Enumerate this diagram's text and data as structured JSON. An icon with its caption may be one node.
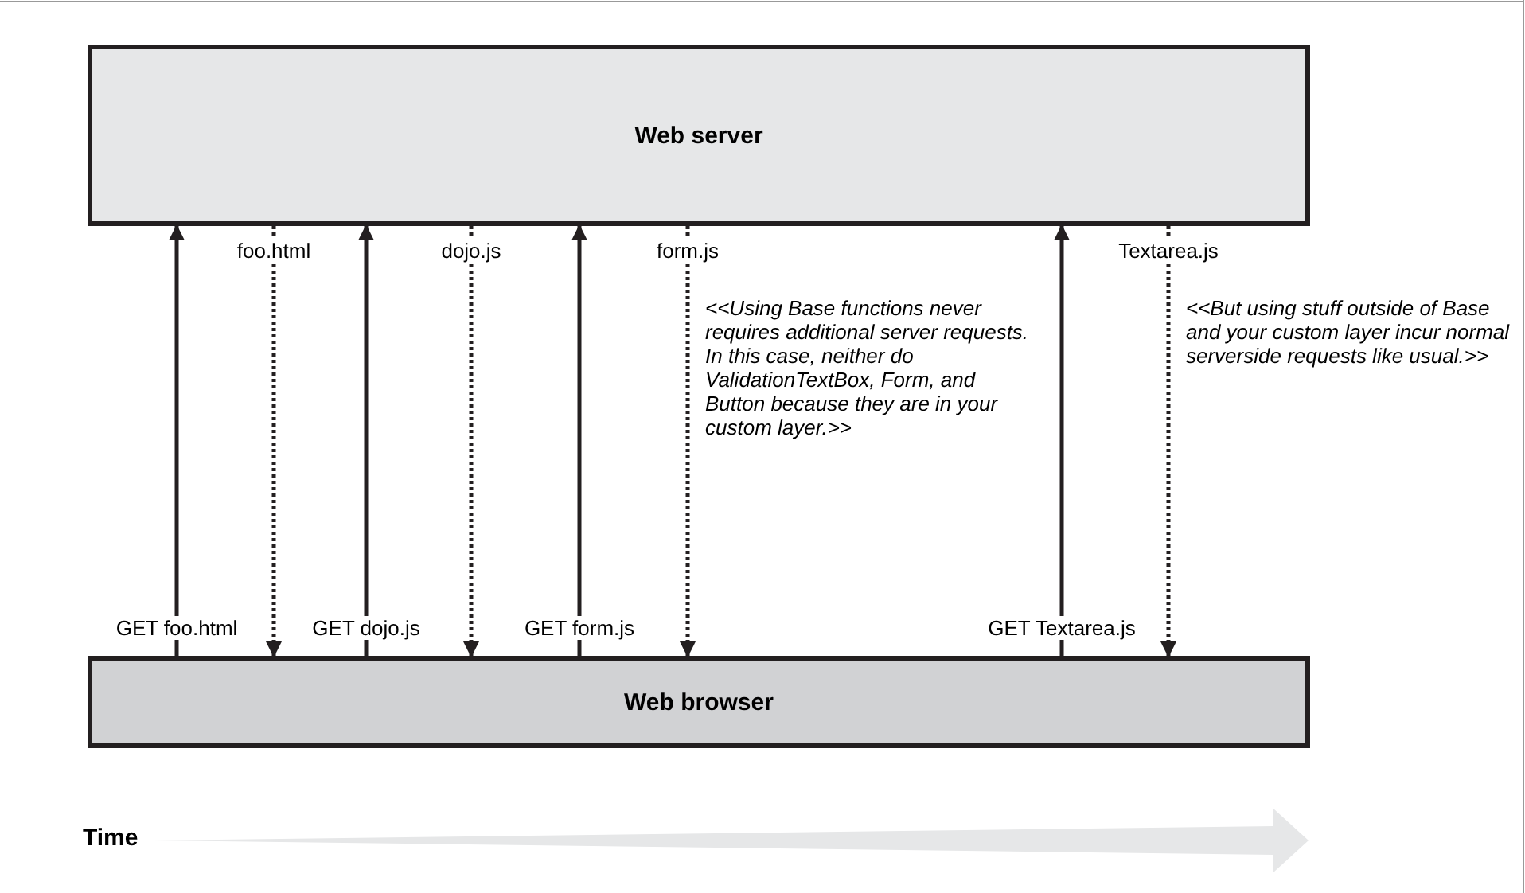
{
  "diagram": {
    "nodes": [
      {
        "text": [
          "Web server"
        ]
      },
      {
        "text": [
          "Web browser"
        ]
      }
    ],
    "edges": [
      {
        "from": 1,
        "to": 0,
        "arrow": "to",
        "label": "GET foo.html"
      },
      {
        "from": 0,
        "to": 1,
        "arrow": "to",
        "label": "foo.html",
        "style": "dashed"
      },
      {
        "from": 1,
        "to": 0,
        "arrow": "to",
        "label": "GET dojo.js"
      },
      {
        "from": 0,
        "to": 1,
        "arrow": "to",
        "label": "dojo.js",
        "style": "dashed"
      },
      {
        "from": 1,
        "to": 0,
        "arrow": "to",
        "label": "GET form.js"
      },
      {
        "from": 0,
        "to": 1,
        "arrow": "to",
        "label": "form.js",
        "style": "dashed"
      },
      {
        "from": 1,
        "to": 0,
        "arrow": "to",
        "label": "GET Textarea.js"
      },
      {
        "from": 0,
        "to": 1,
        "arrow": "to",
        "label": "Textarea.js",
        "style": "dashed"
      }
    ],
    "labels": [
      "<<Using Base functions never requires additional server requests. In this case, neither do ValidationTextBox, Form, and Button because they are in your custom layer.>>",
      "<<But using stuff outside of Base and your custom layer incur normal serverside requests like usual.>>",
      "Time"
    ]
  }
}
